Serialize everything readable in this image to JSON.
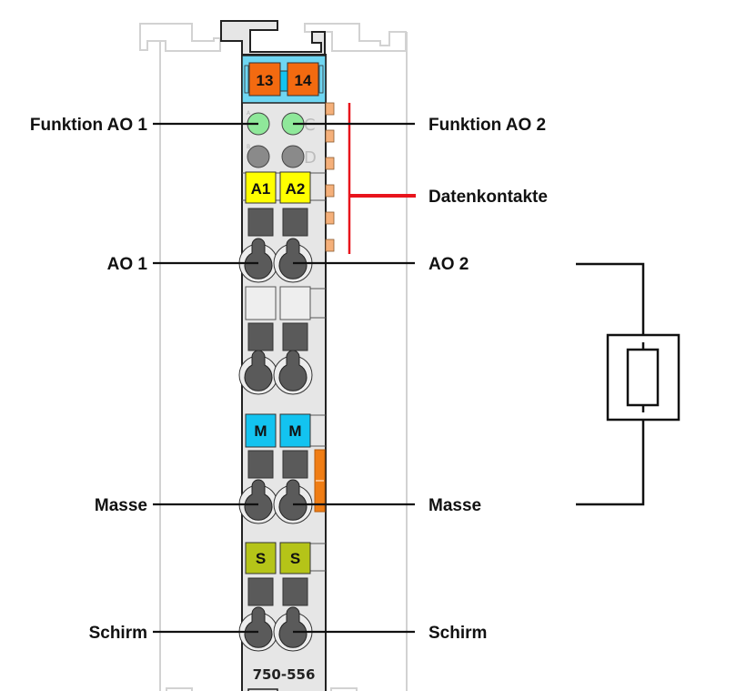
{
  "diagram": {
    "module_number": "750-556",
    "top_terminals": [
      "13",
      "14"
    ],
    "led_letters": {
      "a": "A",
      "b": "B",
      "c": "C",
      "d": "D"
    },
    "terminal_labels": {
      "row1": [
        "A1",
        "A2"
      ],
      "row3": [
        "M",
        "M"
      ],
      "row4": [
        "S",
        "S"
      ]
    },
    "callouts_left": {
      "funktion_ao1": "Funktion AO 1",
      "ao1": "AO 1",
      "masse": "Masse",
      "schirm": "Schirm"
    },
    "callouts_right": {
      "funktion_ao2": "Funktion AO 2",
      "datenkontakte": "Datenkontakte",
      "ao2": "AO 2",
      "masse": "Masse",
      "schirm": "Schirm"
    },
    "colors": {
      "housing": "#e6e6e6",
      "outline": "#222222",
      "ghost_outline": "#cfcfcf",
      "top_bar": "#6fd6f2",
      "top_terminal": "#f36a10",
      "led_on": "#8fe89a",
      "led_off": "#8a8a8a",
      "label_yellow": "#ffff00",
      "label_blue": "#13c3f0",
      "label_olive": "#b5c418",
      "slot": "#5a5a5a",
      "data_contact": "#f5b07a",
      "data_bracket": "#e8141c",
      "shield_clip": "#f07d14"
    }
  }
}
